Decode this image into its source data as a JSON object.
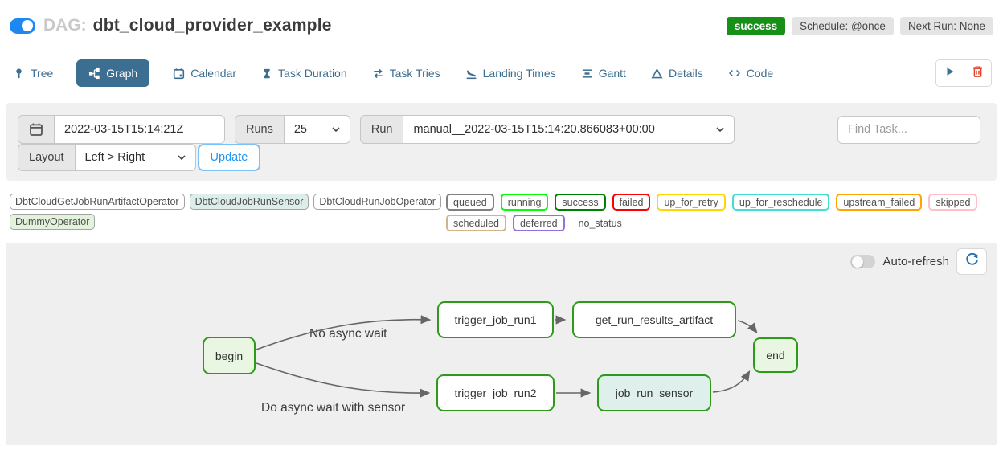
{
  "header": {
    "dag_prefix": "DAG:",
    "dag_title": "dbt_cloud_provider_example",
    "status_badge": "success",
    "schedule_badge": "Schedule: @once",
    "next_run_badge": "Next Run: None"
  },
  "tabs": [
    {
      "label": "Tree",
      "icon": "tree-icon"
    },
    {
      "label": "Graph",
      "icon": "graph-icon",
      "active": true
    },
    {
      "label": "Calendar",
      "icon": "calendar-icon"
    },
    {
      "label": "Task Duration",
      "icon": "hourglass-icon"
    },
    {
      "label": "Task Tries",
      "icon": "repeat-icon"
    },
    {
      "label": "Landing Times",
      "icon": "plane-landing-icon"
    },
    {
      "label": "Gantt",
      "icon": "gantt-icon"
    },
    {
      "label": "Details",
      "icon": "triangle-icon"
    },
    {
      "label": "Code",
      "icon": "code-icon"
    }
  ],
  "filters": {
    "date_value": "2022-03-15T15:14:21Z",
    "runs_label": "Runs",
    "runs_value": "25",
    "run_label": "Run",
    "run_value": "manual__2022-03-15T15:14:20.866083+00:00",
    "find_task_placeholder": "Find Task...",
    "layout_label": "Layout",
    "layout_value": "Left > Right",
    "update_label": "Update"
  },
  "legend": {
    "operators": [
      {
        "label": "DbtCloudGetJobRunArtifactOperator",
        "bg": "#ffffff"
      },
      {
        "label": "DbtCloudJobRunSensor",
        "bg": "#ddeeea"
      },
      {
        "label": "DbtCloudRunJobOperator",
        "bg": "#ffffff"
      },
      {
        "label": "DummyOperator",
        "bg": "#e3f2da"
      }
    ],
    "states": [
      {
        "label": "queued",
        "border": "#808080"
      },
      {
        "label": "running",
        "border": "#00ff00"
      },
      {
        "label": "success",
        "border": "#008000"
      },
      {
        "label": "failed",
        "border": "#ff0000"
      },
      {
        "label": "up_for_retry",
        "border": "#ffd700"
      },
      {
        "label": "up_for_reschedule",
        "border": "#40e0d0"
      },
      {
        "label": "upstream_failed",
        "border": "#ffa500"
      },
      {
        "label": "skipped",
        "border": "#ffc0cb"
      },
      {
        "label": "scheduled",
        "border": "#d2b48c"
      },
      {
        "label": "deferred",
        "border": "#9370db"
      },
      {
        "label": "no_status",
        "border": "transparent"
      }
    ]
  },
  "graph": {
    "auto_refresh_label": "Auto-refresh",
    "nodes": {
      "begin": {
        "label": "begin",
        "bg": "#e9f6e2"
      },
      "trigger_job_run1": {
        "label": "trigger_job_run1",
        "bg": "#ffffff"
      },
      "get_run_results_artifact": {
        "label": "get_run_results_artifact",
        "bg": "#ffffff"
      },
      "trigger_job_run2": {
        "label": "trigger_job_run2",
        "bg": "#ffffff"
      },
      "job_run_sensor": {
        "label": "job_run_sensor",
        "bg": "#dff0ec"
      },
      "end": {
        "label": "end",
        "bg": "#e9f6e2"
      }
    },
    "edge_labels": {
      "top": "No async wait",
      "bottom": "Do async wait with sensor"
    }
  },
  "colors": {
    "toggle_blue": "#1e88f2",
    "tab_blue": "#3c6e91",
    "success_green": "#169016",
    "node_border_green": "#2e9a1a",
    "update_blue": "#2196f3",
    "trash_red": "#e5432e",
    "edge_gray": "#666666"
  }
}
